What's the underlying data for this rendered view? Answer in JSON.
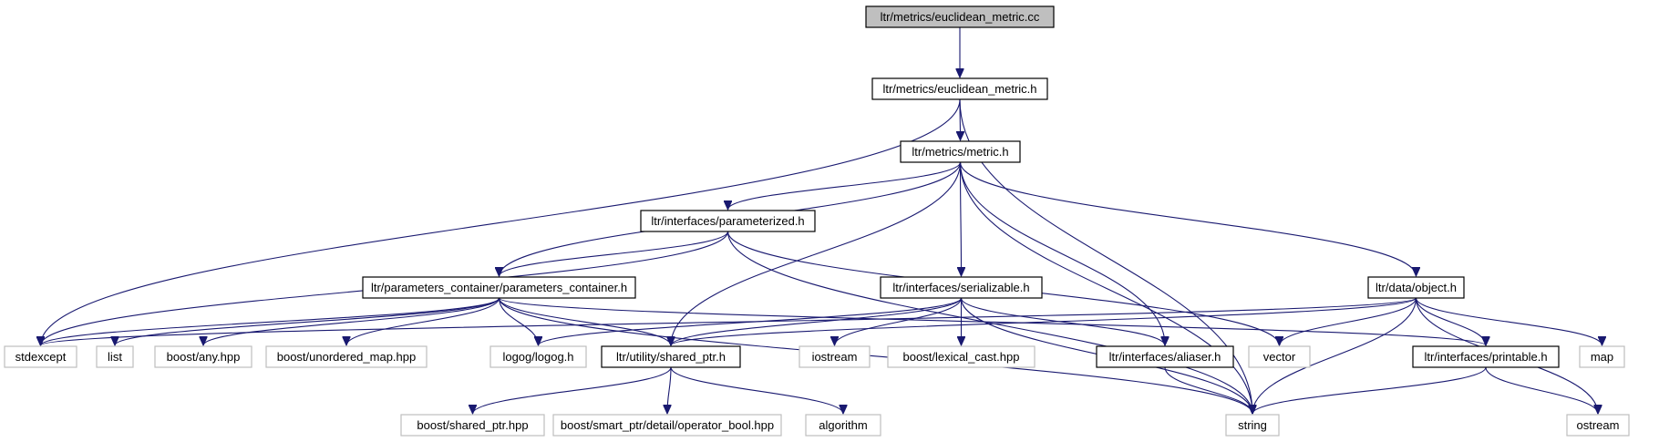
{
  "colors": {
    "edge": "#191970",
    "root_fill": "#bfbfbf",
    "internal_border": "#000000",
    "external_border": "#bfbfbf",
    "background": "#ffffff"
  },
  "nodes": [
    {
      "id": "root",
      "label": "ltr/metrics/euclidean_metric.cc",
      "kind": "root"
    },
    {
      "id": "euclid_h",
      "label": "ltr/metrics/euclidean_metric.h",
      "kind": "internal"
    },
    {
      "id": "metric_h",
      "label": "ltr/metrics/metric.h",
      "kind": "internal"
    },
    {
      "id": "parameterized_h",
      "label": "ltr/interfaces/parameterized.h",
      "kind": "internal"
    },
    {
      "id": "params_container_h",
      "label": "ltr/parameters_container/parameters_container.h",
      "kind": "internal"
    },
    {
      "id": "serializable_h",
      "label": "ltr/interfaces/serializable.h",
      "kind": "internal"
    },
    {
      "id": "object_h",
      "label": "ltr/data/object.h",
      "kind": "internal"
    },
    {
      "id": "stdexcept",
      "label": "stdexcept",
      "kind": "external"
    },
    {
      "id": "list",
      "label": "list",
      "kind": "external"
    },
    {
      "id": "boost_any",
      "label": "boost/any.hpp",
      "kind": "external"
    },
    {
      "id": "boost_unordered_map",
      "label": "boost/unordered_map.hpp",
      "kind": "external"
    },
    {
      "id": "logog",
      "label": "logog/logog.h",
      "kind": "external"
    },
    {
      "id": "shared_ptr_h",
      "label": "ltr/utility/shared_ptr.h",
      "kind": "internal"
    },
    {
      "id": "iostream",
      "label": "iostream",
      "kind": "external"
    },
    {
      "id": "boost_lexical_cast",
      "label": "boost/lexical_cast.hpp",
      "kind": "external"
    },
    {
      "id": "aliaser_h",
      "label": "ltr/interfaces/aliaser.h",
      "kind": "internal"
    },
    {
      "id": "vector",
      "label": "vector",
      "kind": "external"
    },
    {
      "id": "printable_h",
      "label": "ltr/interfaces/printable.h",
      "kind": "internal"
    },
    {
      "id": "map",
      "label": "map",
      "kind": "external"
    },
    {
      "id": "boost_shared_ptr",
      "label": "boost/shared_ptr.hpp",
      "kind": "external"
    },
    {
      "id": "operator_bool",
      "label": "boost/smart_ptr/detail/operator_bool.hpp",
      "kind": "external"
    },
    {
      "id": "algorithm",
      "label": "algorithm",
      "kind": "external"
    },
    {
      "id": "string",
      "label": "string",
      "kind": "external"
    },
    {
      "id": "ostream",
      "label": "ostream",
      "kind": "external"
    }
  ],
  "edges": [
    {
      "from": "root",
      "to": "euclid_h"
    },
    {
      "from": "euclid_h",
      "to": "metric_h"
    },
    {
      "from": "euclid_h",
      "to": "stdexcept"
    },
    {
      "from": "euclid_h",
      "to": "string"
    },
    {
      "from": "metric_h",
      "to": "parameterized_h"
    },
    {
      "from": "metric_h",
      "to": "params_container_h"
    },
    {
      "from": "metric_h",
      "to": "serializable_h"
    },
    {
      "from": "metric_h",
      "to": "object_h"
    },
    {
      "from": "metric_h",
      "to": "shared_ptr_h"
    },
    {
      "from": "metric_h",
      "to": "aliaser_h"
    },
    {
      "from": "metric_h",
      "to": "string"
    },
    {
      "from": "parameterized_h",
      "to": "params_container_h"
    },
    {
      "from": "parameterized_h",
      "to": "stdexcept"
    },
    {
      "from": "parameterized_h",
      "to": "string"
    },
    {
      "from": "parameterized_h",
      "to": "vector"
    },
    {
      "from": "params_container_h",
      "to": "stdexcept"
    },
    {
      "from": "params_container_h",
      "to": "list"
    },
    {
      "from": "params_container_h",
      "to": "boost_any"
    },
    {
      "from": "params_container_h",
      "to": "boost_unordered_map"
    },
    {
      "from": "params_container_h",
      "to": "logog"
    },
    {
      "from": "params_container_h",
      "to": "shared_ptr_h"
    },
    {
      "from": "params_container_h",
      "to": "printable_h"
    },
    {
      "from": "params_container_h",
      "to": "string"
    },
    {
      "from": "serializable_h",
      "to": "logog"
    },
    {
      "from": "serializable_h",
      "to": "shared_ptr_h"
    },
    {
      "from": "serializable_h",
      "to": "iostream"
    },
    {
      "from": "serializable_h",
      "to": "boost_lexical_cast"
    },
    {
      "from": "serializable_h",
      "to": "aliaser_h"
    },
    {
      "from": "serializable_h",
      "to": "string"
    },
    {
      "from": "object_h",
      "to": "stdexcept"
    },
    {
      "from": "object_h",
      "to": "shared_ptr_h"
    },
    {
      "from": "object_h",
      "to": "vector"
    },
    {
      "from": "object_h",
      "to": "string"
    },
    {
      "from": "object_h",
      "to": "printable_h"
    },
    {
      "from": "object_h",
      "to": "map"
    },
    {
      "from": "object_h",
      "to": "ostream"
    },
    {
      "from": "shared_ptr_h",
      "to": "boost_shared_ptr"
    },
    {
      "from": "shared_ptr_h",
      "to": "operator_bool"
    },
    {
      "from": "shared_ptr_h",
      "to": "algorithm"
    },
    {
      "from": "aliaser_h",
      "to": "string"
    },
    {
      "from": "printable_h",
      "to": "string"
    },
    {
      "from": "printable_h",
      "to": "ostream"
    }
  ]
}
